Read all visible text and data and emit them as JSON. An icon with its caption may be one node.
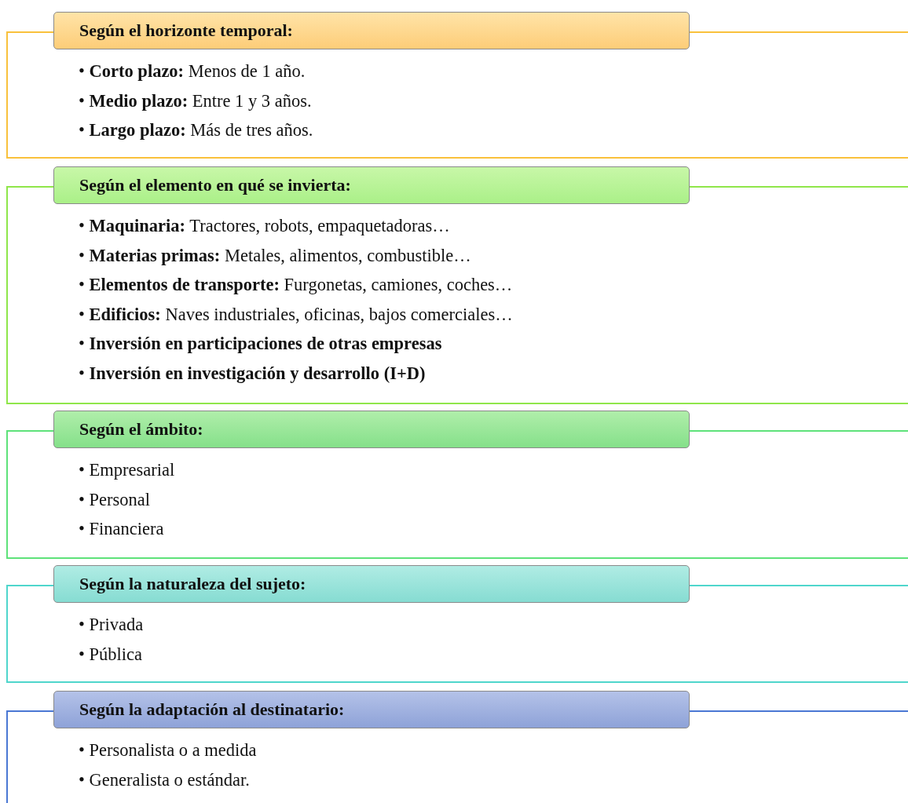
{
  "diagram": {
    "nodes": [
      {
        "text": [
          "Según el horizonte temporal:",
          "• **Corto plazo:** Menos de 1 año.",
          "• **Medio plazo:** Entre 1 y 3 años.",
          "• **Largo plazo:** Más de tres años."
        ]
      },
      {
        "text": [
          "Según el elemento en qué se invierta:",
          "• **Maquinaria:** Tractores, robots, empaquetadoras…",
          "• **Materias primas:** Metales, alimentos, combustible…",
          "• **Elementos de transporte:** Furgonetas, camiones, coches…",
          "• **Edificios:** Naves industriales, oficinas, bajos comerciales…",
          "• **Inversión en participaciones de otras empresas**",
          "• **Inversión en investigación y desarrollo (I+D)**"
        ]
      },
      {
        "text": [
          "Según el ámbito:",
          "• Empresarial",
          "• Personal",
          "• Financiera"
        ]
      },
      {
        "text": [
          "Según la naturaleza del sujeto:",
          "• Privada",
          "• Pública"
        ]
      },
      {
        "text": [
          "Según la adaptación al destinatario:",
          "• Personalista o a medida",
          "• Generalista o estándar."
        ]
      }
    ]
  }
}
